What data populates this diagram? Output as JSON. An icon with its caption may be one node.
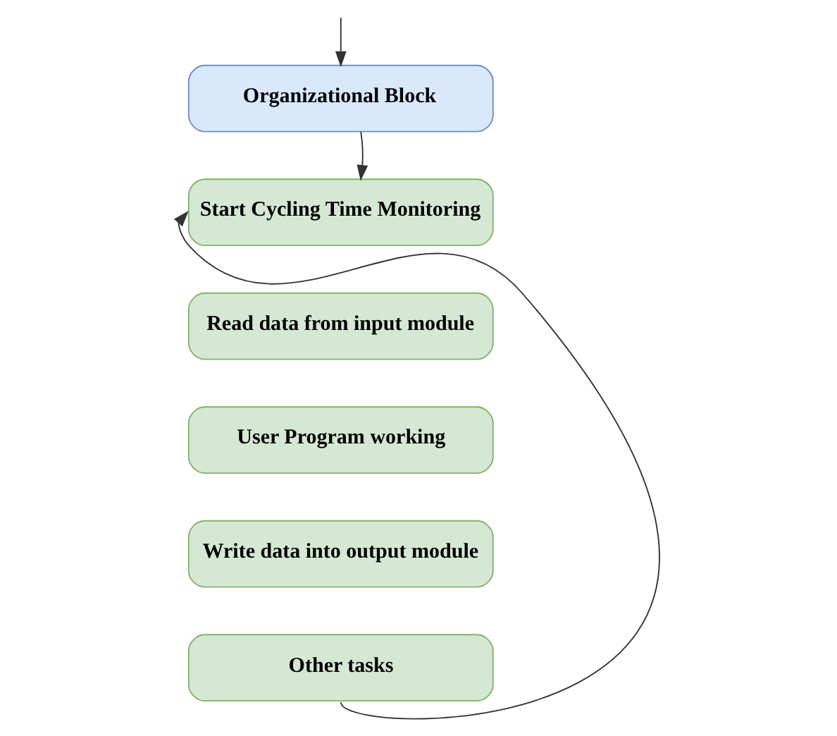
{
  "diagram": {
    "nodes": [
      {
        "text": [
          "Organizational Block"
        ]
      },
      {
        "text": [
          "Start Cycling Time Monitoring"
        ]
      },
      {
        "text": [
          "Read data from input module"
        ]
      },
      {
        "text": [
          "User Program working"
        ]
      },
      {
        "text": [
          "Write data into output module"
        ]
      },
      {
        "text": [
          "Other tasks"
        ]
      }
    ],
    "edges": [
      {
        "from": null,
        "to": 0,
        "arrow": "to"
      },
      {
        "from": 0,
        "to": 1,
        "arrow": "to"
      },
      {
        "from": 5,
        "to": 1,
        "arrow": "to"
      }
    ]
  }
}
